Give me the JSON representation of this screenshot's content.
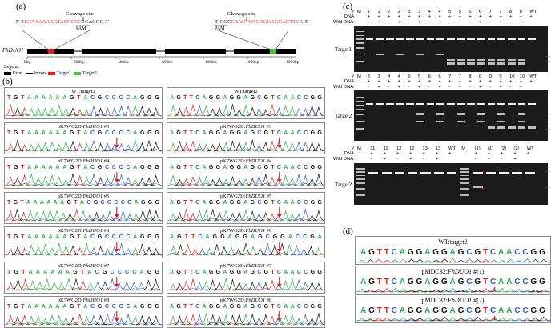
{
  "panel_a": {
    "letter": "(a)",
    "cleavage_label": "Cleavage site",
    "seq1_prefix": "5'-",
    "seq1_red": "TGTAAAAAAGTACGCCCC",
    "seq1_black": "CAGGG-3'",
    "seq2_black": "3'-GGC",
    "seq2_red": "CAACTGCGAGGAGGACTTGA",
    "seq2_suffix": "-5'",
    "pam_label": "PAM",
    "gene_label": "FhDUO1",
    "ticks": [
      "0bp",
      "200bp",
      "400bp",
      "600bp",
      "800bp",
      "1000bp",
      "1200bp"
    ],
    "legend_title": "Legend:",
    "legend": [
      {
        "label": "Exon",
        "color": "#000000"
      },
      {
        "label": "Intron",
        "color": "#000000"
      },
      {
        "label": "Target1",
        "color": "#e0201b"
      },
      {
        "label": "Target2",
        "color": "#3ec93e"
      }
    ]
  },
  "panel_b": {
    "letter": "(b)",
    "left": [
      {
        "title": "WT:target1",
        "seq": "TGTAAAAAAGTACGCCCCAGGG",
        "arrow": false
      },
      {
        "title": "pK7WG2D:FhDUO1 #3",
        "seq": "TGTAAAAAAGTACGCCCCAGGG",
        "arrow": true
      },
      {
        "title": "pK7WG2D:FhDUO1 #4",
        "seq": "TGTAAAAAAGTACGCCCCAGGG",
        "arrow": true
      },
      {
        "title": "pK7WG2D:FhDUO1 #5",
        "seq": "TGTAAAAAAGTACGCCCCCAGGG",
        "arrow": true
      },
      {
        "title": "pK7WG2D:FhDUO1 #6",
        "seq": "TGTAAAAAAGTACGCCCCAGGG",
        "arrow": true
      },
      {
        "title": "pK7WG2D:FhDUO1 #7",
        "seq": "TGTAAAAAAGTACGCCCCAGG",
        "arrow": true
      },
      {
        "title": "pK7WG2D:FhDUO1 #8",
        "seq": "TGTAAAAAAGTACGCCCCAGGG",
        "arrow": true
      }
    ],
    "right": [
      {
        "title": "WT:target2",
        "seq": "AGTTCAGGAGGAGCGTCAACCGG",
        "arrow": false
      },
      {
        "title": "pK7WG2D:FhDUO1 #3",
        "seq": "AGTTCAGGAGGAGCGTCAACCGG",
        "arrow": true
      },
      {
        "title": "pK7WG2D:FhDUO1 #4",
        "seq": "AGTTCAGGAGGAGCGTCAACCGG",
        "arrow": true
      },
      {
        "title": "pK7WG2D:FhDUO1 #5",
        "seq": "AGTTCAGGAGGAGCGTCAACCGG",
        "arrow": true
      },
      {
        "title": "pK7WG2D:FhDUO1 #6",
        "seq": "AGTTCAGGAGGAGCGGACCGA",
        "arrow": true
      },
      {
        "title": "pK7WG2D:FhDUO1 #7",
        "seq": "AGTTCAGGAGGAGCGTCAACCGG",
        "arrow": true
      },
      {
        "title": "pK7WG2D:FhDUO1 #8",
        "seq": "AGTTCAGGAGGAGCGTCAACCGG",
        "arrow": true
      }
    ]
  },
  "panel_c": {
    "letter": "(c)",
    "row_labels": [
      "#",
      "DNA",
      "Wild DNA"
    ],
    "gel1": {
      "name": "Target1",
      "lanes": [
        "M",
        "1",
        "1",
        "2",
        "2",
        "3",
        "3",
        "4",
        "4",
        "5",
        "5",
        "6",
        "6",
        "7",
        "7",
        "8",
        "8",
        "WT"
      ],
      "dna": [
        "",
        "+",
        "+",
        "+",
        "+",
        "+",
        "+",
        "+",
        "+",
        "+",
        "+",
        "+",
        "+",
        "+",
        "+",
        "+",
        "+",
        "+"
      ],
      "wild": [
        "",
        "-",
        "+",
        "-",
        "+",
        "-",
        "+",
        "-",
        "+",
        "-",
        "+",
        "-",
        "+",
        "-",
        "+",
        "-",
        "+",
        ""
      ]
    },
    "gel2": {
      "name": "Target2",
      "lanes": [
        "M",
        "3",
        "3",
        "4",
        "4",
        "5",
        "5",
        "6",
        "6",
        "7",
        "7",
        "8",
        "8",
        "9",
        "9",
        "10",
        "10",
        "WT"
      ],
      "dna": [
        "",
        "+",
        "+",
        "+",
        "+",
        "+",
        "+",
        "+",
        "+",
        "+",
        "+",
        "+",
        "+",
        "+",
        "+",
        "+",
        "+",
        "+"
      ],
      "wild": [
        "",
        "-",
        "+",
        "-",
        "+",
        "-",
        "+",
        "-",
        "+",
        "-",
        "+",
        "-",
        "+",
        "-",
        "+",
        "-",
        "+",
        ""
      ]
    },
    "gel3": {
      "name": "Target2",
      "lanes": [
        "M",
        "11",
        "11",
        "12",
        "12",
        "13",
        "13",
        "WT",
        "M",
        "(1)",
        "(1)",
        "(2)",
        "(2)",
        "WT"
      ],
      "dna": [
        "",
        "+",
        "+",
        "+",
        "+",
        "+",
        "+",
        "+",
        "",
        "+",
        "+",
        "+",
        "+",
        "+"
      ],
      "wild": [
        "",
        "-",
        "+",
        "-",
        "+",
        "-",
        "+",
        "",
        "",
        "-",
        "+",
        "-",
        "+",
        ""
      ]
    }
  },
  "panel_d": {
    "letter": "(d)",
    "traces": [
      {
        "title": "WT:target2",
        "seq": "AGTTCAGGAGGAGCGTCAACCGG",
        "arrow": false
      },
      {
        "title_prefix": "pMDC32:",
        "title_gene": "FhDUO1",
        "title_suffix": " #(1)",
        "seq": "AGTTCAGGAGGAGCGTCAACCGG",
        "arrow": true
      },
      {
        "title_prefix": "pMDC32:",
        "title_gene": "FhDUO1",
        "title_suffix": " #(2)",
        "seq": "AGTTCAGGAGGAGCGTCAACCGG",
        "arrow": true
      }
    ]
  },
  "colors": {
    "A": "#2bb24a",
    "C": "#2e61c9",
    "G": "#111111",
    "T": "#e0201b",
    "arrow": "#e0201b",
    "target1": "#e0201b",
    "target2": "#3ec93e"
  }
}
